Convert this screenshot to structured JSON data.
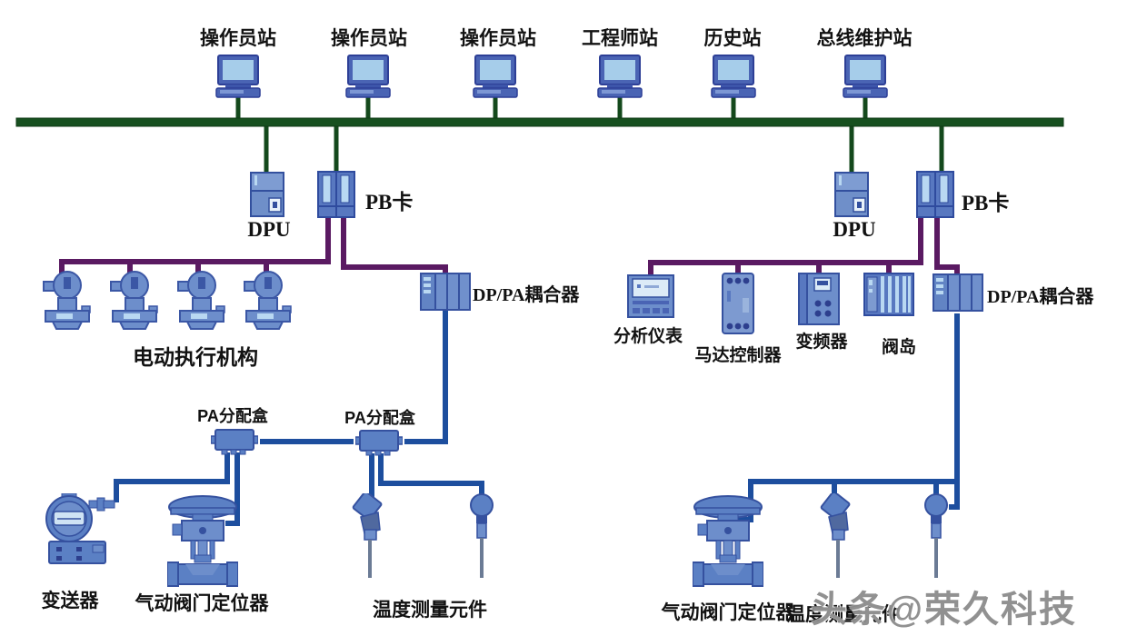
{
  "diagram": {
    "stations": [
      {
        "label": "操作员站"
      },
      {
        "label": "操作员站"
      },
      {
        "label": "操作员站"
      },
      {
        "label": "工程师站"
      },
      {
        "label": "历史站"
      },
      {
        "label": "总线维护站"
      }
    ],
    "modules": {
      "dpu": "DPU",
      "pb_card": "PB卡",
      "coupler": "DP/PA耦合器"
    },
    "field_labels": {
      "actuators": "电动执行机构",
      "analyzer": "分析仪表",
      "motor_controller": "马达控制器",
      "vfd": "变频器",
      "valve_island": "阀岛",
      "pa_box": "PA分配盒",
      "transmitter": "变送器",
      "valve_positioner": "气动阀门定位器",
      "temp_element": "温度测量元件"
    },
    "watermark": "头条@荣久科技",
    "colors": {
      "bus_green": "#17501f",
      "dp_purple": "#5a1a62",
      "pa_blue": "#1d4e9e",
      "device_blue": "#5b80c4",
      "device_mid": "#6d8ecb",
      "device_border": "#35519f",
      "device_light": "#b9d8f2"
    }
  }
}
